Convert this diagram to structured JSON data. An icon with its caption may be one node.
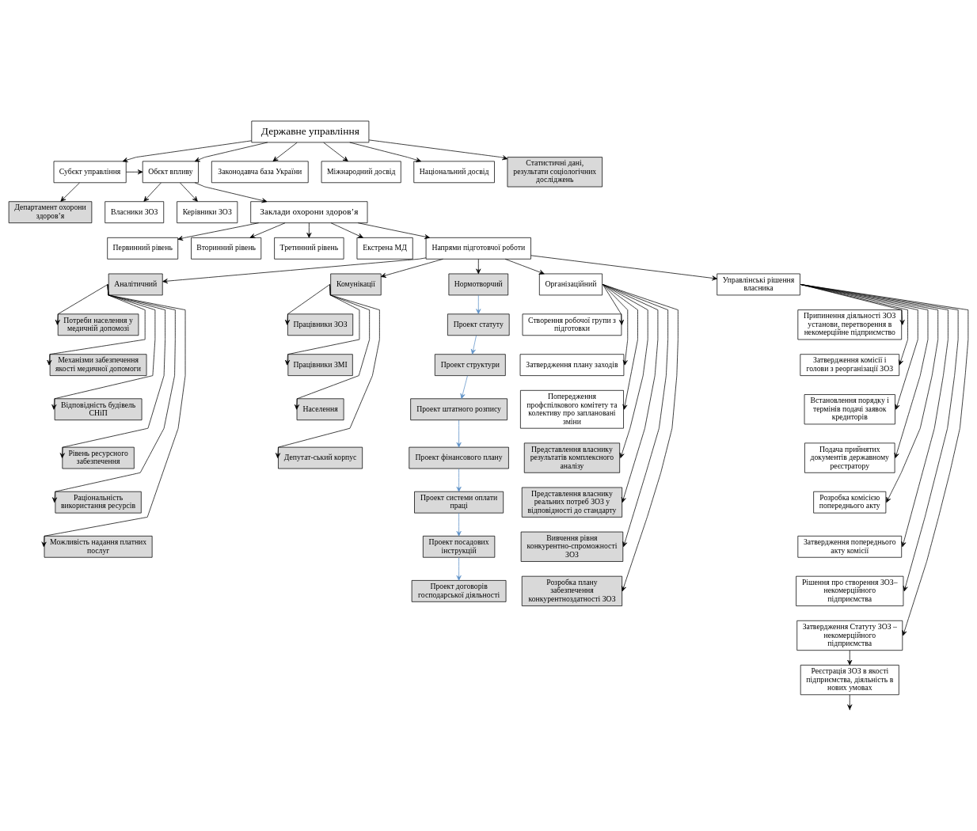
{
  "diagram": {
    "nodes": [
      {
        "text": [
          "Державне управління"
        ]
      },
      {
        "text": [
          "Субєкт управління"
        ]
      },
      {
        "text": [
          "Обєкт впливу"
        ]
      },
      {
        "text": [
          "Департамент охорони здоров’я"
        ]
      },
      {
        "text": [
          "Законодавча база України"
        ]
      },
      {
        "text": [
          "Міжнародний досвід"
        ]
      },
      {
        "text": [
          "Національний досвід"
        ]
      },
      {
        "text": [
          "Статистичні дані, результати соціологічних досліджень"
        ]
      },
      {
        "text": [
          "Власники ЗОЗ"
        ]
      },
      {
        "text": [
          "Керівники ЗОЗ"
        ]
      },
      {
        "text": [
          "Заклади охорони здоров’я"
        ]
      },
      {
        "text": [
          "Первинний рівень"
        ]
      },
      {
        "text": [
          "Вторинний рівень"
        ]
      },
      {
        "text": [
          "Третинний рівень"
        ]
      },
      {
        "text": [
          "Екстрена МД"
        ]
      },
      {
        "text": [
          "Напрями підготовчої роботи"
        ]
      },
      {
        "text": [
          "Аналітичний"
        ]
      },
      {
        "text": [
          "Комунікації"
        ]
      },
      {
        "text": [
          "Нормотворчий"
        ]
      },
      {
        "text": [
          "Організаційний"
        ]
      },
      {
        "text": [
          "Управлінські рішення власника"
        ]
      },
      {
        "text": [
          "Потреби населення у медичній допомозі"
        ]
      },
      {
        "text": [
          "Механізми забезпечення якості медичної допомоги"
        ]
      },
      {
        "text": [
          "Відповідність будівель СНіП"
        ]
      },
      {
        "text": [
          "Рівень ресурсного забезпечення"
        ]
      },
      {
        "text": [
          "Раціональність використання ресурсів"
        ]
      },
      {
        "text": [
          "Можливість надання платних послуг"
        ]
      },
      {
        "text": [
          "Працівники ЗОЗ"
        ]
      },
      {
        "text": [
          "Працівники ЗМІ"
        ]
      },
      {
        "text": [
          "Населення"
        ]
      },
      {
        "text": [
          "Депутат-ський корпус"
        ]
      },
      {
        "text": [
          "Проект статуту"
        ]
      },
      {
        "text": [
          "Проект структури"
        ]
      },
      {
        "text": [
          "Проект штатного розпису"
        ]
      },
      {
        "text": [
          "Проект фінансового плану"
        ]
      },
      {
        "text": [
          "Проект системи оплати праці"
        ]
      },
      {
        "text": [
          "Проект посадових інструкцій"
        ]
      },
      {
        "text": [
          "Проект договорів господарської діяльності"
        ]
      },
      {
        "text": [
          "Створення робочої групи з підготовки"
        ]
      },
      {
        "text": [
          "Затвердження плану заходів"
        ]
      },
      {
        "text": [
          "Попередження профспілкового комітету та колективу про заплановані зміни"
        ]
      },
      {
        "text": [
          "Представлення власнику результатів комплексного аналізу"
        ]
      },
      {
        "text": [
          "Представлення власнику реальних потреб ЗОЗ у відповідності до стандарту"
        ]
      },
      {
        "text": [
          "Вивчення рівня конкурентно-спроможності ЗОЗ"
        ]
      },
      {
        "text": [
          "Розробка плану забезпечення конкурентноздатності ЗОЗ"
        ]
      },
      {
        "text": [
          "Припинення діяльності ЗОЗ установи, перетворення в некомерційне підприємство"
        ]
      },
      {
        "text": [
          "Затвердження комісії і голови з реорганізації ЗОЗ"
        ]
      },
      {
        "text": [
          "Встановлення порядку і термінів подачі заявок кредиторів"
        ]
      },
      {
        "text": [
          "Подача прийнятих документів державному реєстратору"
        ]
      },
      {
        "text": [
          "Розробка комісією попереднього акту"
        ]
      },
      {
        "text": [
          "Затвердження попереднього акту комісії"
        ]
      },
      {
        "text": [
          "Рішення про створення ЗОЗ– некомерційного підприємства"
        ]
      },
      {
        "text": [
          "Затвердження Статуту ЗОЗ – некомерційного підприємства"
        ]
      },
      {
        "text": [
          "Реєстрація ЗОЗ в якості підприємства, діяльність в нових умовах"
        ]
      }
    ],
    "edges": [
      {
        "from": 0,
        "to": 1,
        "arrow": "to"
      },
      {
        "from": 0,
        "to": 2,
        "arrow": "to"
      },
      {
        "from": 1,
        "to": 2,
        "arrow": "to"
      },
      {
        "from": 1,
        "to": 3,
        "arrow": "to"
      },
      {
        "from": 0,
        "to": 4,
        "arrow": "to"
      },
      {
        "from": 0,
        "to": 5,
        "arrow": "to"
      },
      {
        "from": 0,
        "to": 6,
        "arrow": "to"
      },
      {
        "from": 0,
        "to": 7,
        "arrow": "to"
      },
      {
        "from": 2,
        "to": 8,
        "arrow": "to"
      },
      {
        "from": 2,
        "to": 9,
        "arrow": "to"
      },
      {
        "from": 2,
        "to": 10,
        "arrow": "to"
      },
      {
        "from": 10,
        "to": 11,
        "arrow": "to"
      },
      {
        "from": 10,
        "to": 12,
        "arrow": "to"
      },
      {
        "from": 10,
        "to": 13,
        "arrow": "to"
      },
      {
        "from": 10,
        "to": 14,
        "arrow": "to"
      },
      {
        "from": 10,
        "to": 15,
        "arrow": "to"
      },
      {
        "from": 15,
        "to": 16,
        "arrow": "to"
      },
      {
        "from": 15,
        "to": 17,
        "arrow": "to"
      },
      {
        "from": 15,
        "to": 18,
        "arrow": "to"
      },
      {
        "from": 15,
        "to": 19,
        "arrow": "to"
      },
      {
        "from": 15,
        "to": 20,
        "arrow": "to"
      },
      {
        "from": 16,
        "to": 21,
        "arrow": "to"
      },
      {
        "from": 16,
        "to": 22,
        "arrow": "to"
      },
      {
        "from": 16,
        "to": 23,
        "arrow": "to"
      },
      {
        "from": 16,
        "to": 24,
        "arrow": "to"
      },
      {
        "from": 16,
        "to": 25,
        "arrow": "to"
      },
      {
        "from": 16,
        "to": 26,
        "arrow": "to"
      },
      {
        "from": 17,
        "to": 27,
        "arrow": "to"
      },
      {
        "from": 17,
        "to": 28,
        "arrow": "to"
      },
      {
        "from": 17,
        "to": 29,
        "arrow": "to"
      },
      {
        "from": 17,
        "to": 30,
        "arrow": "to"
      },
      {
        "from": 18,
        "to": 31,
        "arrow": "to",
        "color": "#5b8fc7"
      },
      {
        "from": 31,
        "to": 32,
        "arrow": "to",
        "color": "#5b8fc7"
      },
      {
        "from": 32,
        "to": 33,
        "arrow": "to",
        "color": "#5b8fc7"
      },
      {
        "from": 33,
        "to": 34,
        "arrow": "to",
        "color": "#5b8fc7"
      },
      {
        "from": 34,
        "to": 35,
        "arrow": "to",
        "color": "#5b8fc7"
      },
      {
        "from": 35,
        "to": 36,
        "arrow": "to",
        "color": "#5b8fc7"
      },
      {
        "from": 36,
        "to": 37,
        "arrow": "to",
        "color": "#5b8fc7"
      },
      {
        "from": 19,
        "to": 38,
        "arrow": "to"
      },
      {
        "from": 19,
        "to": 39,
        "arrow": "to"
      },
      {
        "from": 19,
        "to": 40,
        "arrow": "to"
      },
      {
        "from": 19,
        "to": 41,
        "arrow": "to"
      },
      {
        "from": 19,
        "to": 42,
        "arrow": "to"
      },
      {
        "from": 19,
        "to": 43,
        "arrow": "to"
      },
      {
        "from": 19,
        "to": 44,
        "arrow": "to"
      },
      {
        "from": 20,
        "to": 45,
        "arrow": "to"
      },
      {
        "from": 20,
        "to": 46,
        "arrow": "to"
      },
      {
        "from": 20,
        "to": 47,
        "arrow": "to"
      },
      {
        "from": 20,
        "to": 48,
        "arrow": "to"
      },
      {
        "from": 20,
        "to": 49,
        "arrow": "to"
      },
      {
        "from": 20,
        "to": 50,
        "arrow": "to"
      },
      {
        "from": 20,
        "to": 51,
        "arrow": "to"
      },
      {
        "from": 20,
        "to": 52,
        "arrow": "to"
      },
      {
        "from": 52,
        "to": 53,
        "arrow": "to"
      },
      {
        "from": 53,
        "to": null,
        "arrow": "to"
      }
    ]
  }
}
